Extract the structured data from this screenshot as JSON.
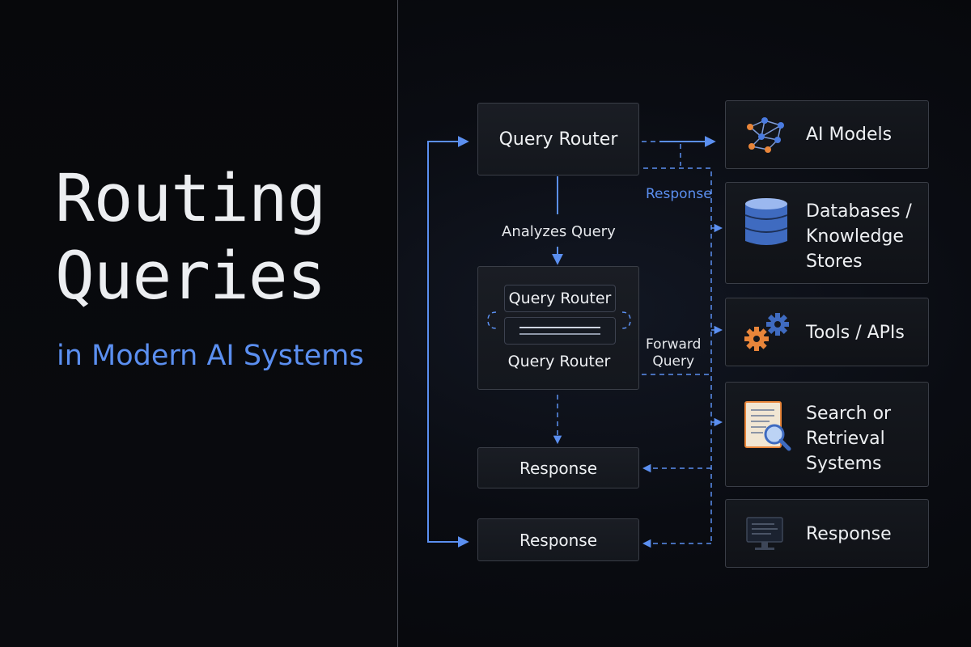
{
  "title": {
    "line1": "Routing",
    "line2": "Queries",
    "subtitle": "in Modern AI Systems"
  },
  "diagram": {
    "router_main": "Query Router",
    "analyzes_label": "Analyzes Query",
    "router_inner_label": "Query Router",
    "router_group_label": "Query Router",
    "response_label_blue": "Response",
    "forward_line1": "Forward",
    "forward_line2": "Query",
    "response_box_1": "Response",
    "response_box_2": "Response"
  },
  "resources": [
    {
      "label_lines": [
        "AI Models"
      ],
      "icon": "network-icon"
    },
    {
      "label_lines": [
        "Databases /",
        "Knowledge",
        "Stores"
      ],
      "icon": "database-icon"
    },
    {
      "label_lines": [
        "Tools / APIs"
      ],
      "icon": "gears-icon"
    },
    {
      "label_lines": [
        "Search or",
        "Retrieval",
        "Systems"
      ],
      "icon": "document-search-icon"
    },
    {
      "label_lines": [
        "Response"
      ],
      "icon": "monitor-icon"
    }
  ],
  "colors": {
    "accent": "#5b8ff0",
    "background": "#07080b",
    "box_border": "#3a3e47",
    "icon_orange": "#e8853a"
  }
}
